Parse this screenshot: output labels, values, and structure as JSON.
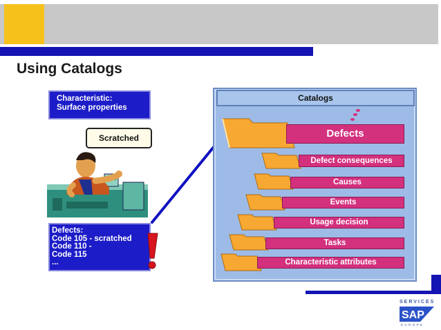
{
  "slide": {
    "title": "Using Catalogs"
  },
  "characteristic": {
    "line1": "Characteristic:",
    "line2": "Surface properties"
  },
  "speech": {
    "text": "Scratched"
  },
  "defects_note": {
    "lines": [
      "Defects:",
      "Code 105 - scratched",
      "Code 110 -",
      "Code 115",
      "..."
    ]
  },
  "catalogs": {
    "header": "Catalogs",
    "items": [
      {
        "label": "Defects"
      },
      {
        "label": "Defect consequences"
      },
      {
        "label": "Causes"
      },
      {
        "label": "Events"
      },
      {
        "label": "Usage decision"
      },
      {
        "label": "Tasks"
      },
      {
        "label": "Characteristic attributes"
      }
    ]
  },
  "logo": {
    "services": "SERVICES",
    "brand": "SAP",
    "tagline": "EUROPE"
  },
  "colors": {
    "title_band": "#c8c8c8",
    "accent_yellow": "#f7c11b",
    "rule_blue": "#1414b4",
    "catalog_bar": "#d3307e",
    "folder": "#f7a832",
    "panel": "#9dbbe6"
  }
}
